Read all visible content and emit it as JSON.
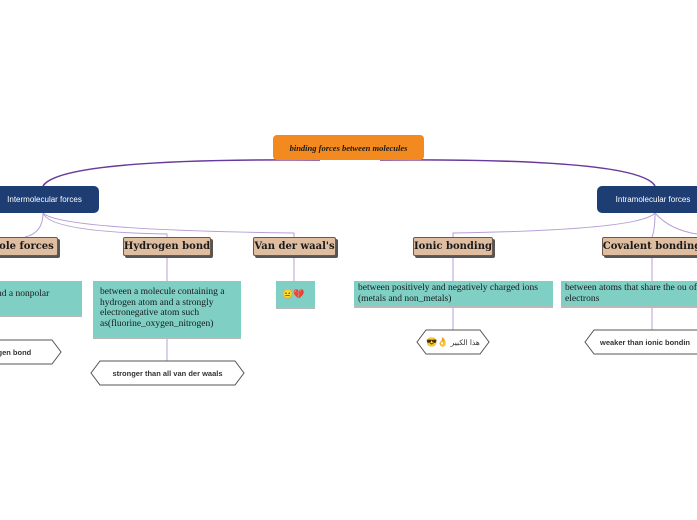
{
  "root": "binding forces between molecules",
  "branches": {
    "inter": "Intermolecular forces",
    "intra": "Intramolecular forces"
  },
  "categories": {
    "dipole": "pole forces",
    "hydrogen": "Hydrogen bond",
    "vdw": "Van der waal's",
    "ionic": "Ionic bonding",
    "covalent": "Covalent bonding"
  },
  "descriptions": {
    "dipole": "nd a nonpolar",
    "hydrogen": "between a molecule containing a hydrogen atom and a strongly electronegative atom such as(fluorine_oxygen_nitrogen)",
    "vdw": "😐💔",
    "ionic": "between positively and negatively charged ions (metals and non_metals)",
    "covalent": "between atoms that share the ou of electrons"
  },
  "notes": {
    "dipole": "rogen bond",
    "hydrogen": "stronger than all van der waals",
    "ionic_text": "هذا الكبير",
    "ionic_emoji": "😎👌",
    "covalent": "weaker than ionic bondin"
  },
  "colors": {
    "root": "#f28a1f",
    "branch": "#1e3d73",
    "category": "#dfbda0",
    "description": "#7fcfc4",
    "main_link": "#6a3a9a",
    "sub_link": "#b79fd4"
  }
}
